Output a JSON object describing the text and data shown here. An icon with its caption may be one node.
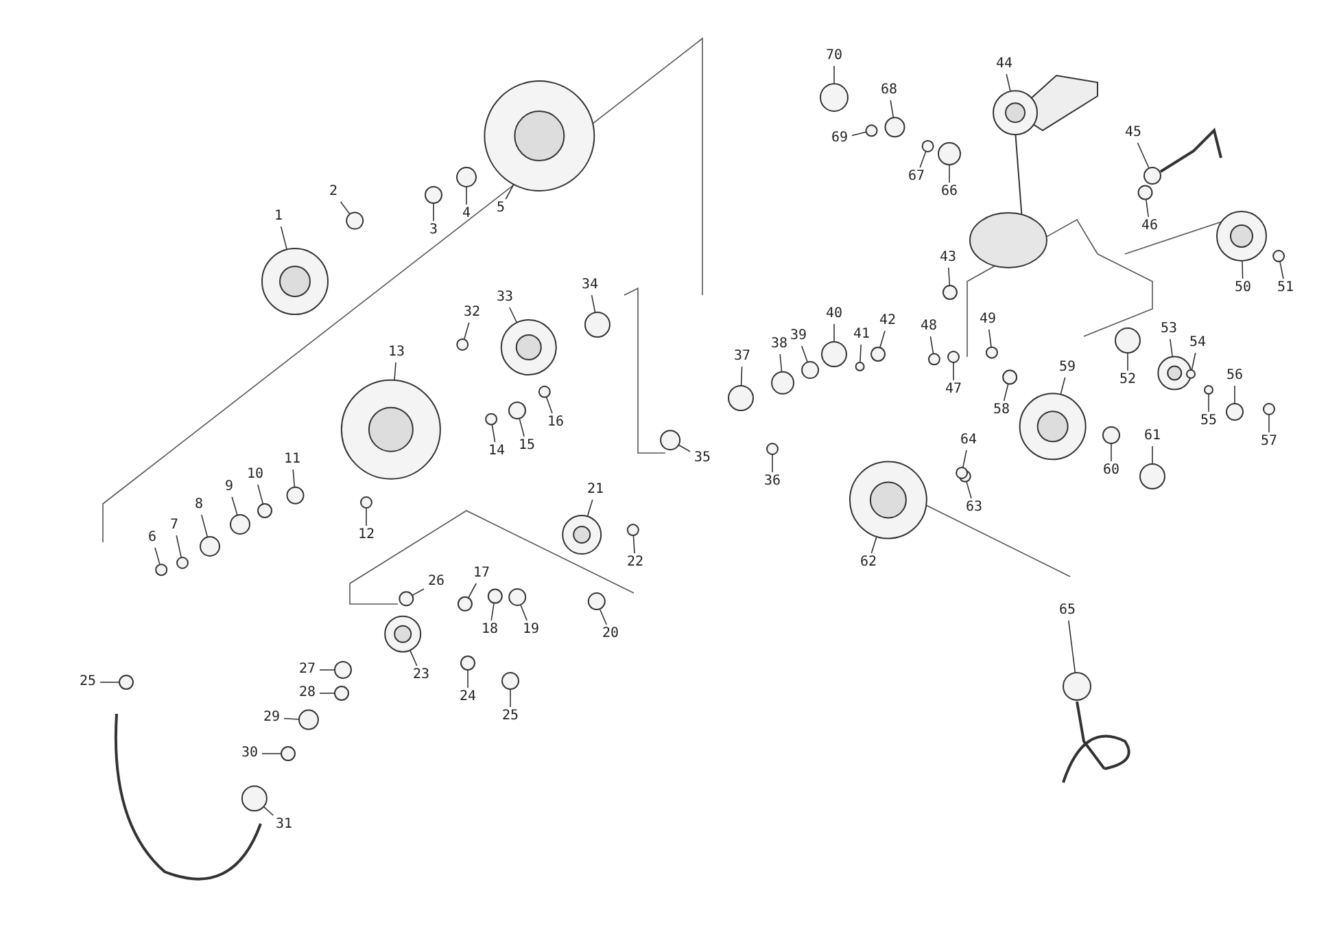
{
  "diagram": {
    "nodes": [
      {
        "text": [
          "1"
        ]
      },
      {
        "text": [
          "2"
        ]
      },
      {
        "text": [
          "3"
        ]
      },
      {
        "text": [
          "4"
        ]
      },
      {
        "text": [
          "5"
        ]
      },
      {
        "text": [
          "6"
        ]
      },
      {
        "text": [
          "7"
        ]
      },
      {
        "text": [
          "8"
        ]
      },
      {
        "text": [
          "9"
        ]
      },
      {
        "text": [
          "10"
        ]
      },
      {
        "text": [
          "11"
        ]
      },
      {
        "text": [
          "12"
        ]
      },
      {
        "text": [
          "13"
        ]
      },
      {
        "text": [
          "14"
        ]
      },
      {
        "text": [
          "15"
        ]
      },
      {
        "text": [
          "16"
        ]
      },
      {
        "text": [
          "17"
        ]
      },
      {
        "text": [
          "18"
        ]
      },
      {
        "text": [
          "19"
        ]
      },
      {
        "text": [
          "20"
        ]
      },
      {
        "text": [
          "21"
        ]
      },
      {
        "text": [
          "22"
        ]
      },
      {
        "text": [
          "23"
        ]
      },
      {
        "text": [
          "24"
        ]
      },
      {
        "text": [
          "25"
        ]
      },
      {
        "text": [
          "25"
        ]
      },
      {
        "text": [
          "26"
        ]
      },
      {
        "text": [
          "27"
        ]
      },
      {
        "text": [
          "28"
        ]
      },
      {
        "text": [
          "29"
        ]
      },
      {
        "text": [
          "30"
        ]
      },
      {
        "text": [
          "31"
        ]
      },
      {
        "text": [
          "32"
        ]
      },
      {
        "text": [
          "33"
        ]
      },
      {
        "text": [
          "34"
        ]
      },
      {
        "text": [
          "35"
        ]
      },
      {
        "text": [
          "36"
        ]
      },
      {
        "text": [
          "37"
        ]
      },
      {
        "text": [
          "38"
        ]
      },
      {
        "text": [
          "39"
        ]
      },
      {
        "text": [
          "40"
        ]
      },
      {
        "text": [
          "41"
        ]
      },
      {
        "text": [
          "42"
        ]
      },
      {
        "text": [
          "43"
        ]
      },
      {
        "text": [
          "44"
        ]
      },
      {
        "text": [
          "45"
        ]
      },
      {
        "text": [
          "46"
        ]
      },
      {
        "text": [
          "47"
        ]
      },
      {
        "text": [
          "48"
        ]
      },
      {
        "text": [
          "49"
        ]
      },
      {
        "text": [
          "50"
        ]
      },
      {
        "text": [
          "51"
        ]
      },
      {
        "text": [
          "52"
        ]
      },
      {
        "text": [
          "53"
        ]
      },
      {
        "text": [
          "54"
        ]
      },
      {
        "text": [
          "55"
        ]
      },
      {
        "text": [
          "56"
        ]
      },
      {
        "text": [
          "57"
        ]
      },
      {
        "text": [
          "58"
        ]
      },
      {
        "text": [
          "59"
        ]
      },
      {
        "text": [
          "60"
        ]
      },
      {
        "text": [
          "61"
        ]
      },
      {
        "text": [
          "62"
        ]
      },
      {
        "text": [
          "63"
        ]
      },
      {
        "text": [
          "64"
        ]
      },
      {
        "text": [
          "65"
        ]
      },
      {
        "text": [
          "66"
        ]
      },
      {
        "text": [
          "67"
        ]
      },
      {
        "text": [
          "68"
        ]
      },
      {
        "text": [
          "69"
        ]
      },
      {
        "text": [
          "70"
        ]
      },
      {
        "text": [],
        "shape": "circle"
      },
      {
        "text": [],
        "shape": "circle"
      },
      {
        "text": [],
        "shape": "circle"
      },
      {
        "text": [],
        "shape": "circle"
      },
      {
        "text": [],
        "shape": "circle"
      },
      {
        "text": [],
        "shape": "circle"
      },
      {
        "text": [],
        "shape": "circle"
      },
      {
        "text": [],
        "shape": "circle"
      },
      {
        "text": [],
        "shape": "circle"
      },
      {
        "text": [],
        "shape": "circle"
      },
      {
        "text": [],
        "shape": "circle"
      },
      {
        "text": [],
        "shape": "circle"
      },
      {
        "text": [],
        "shape": "circle"
      },
      {
        "text": [],
        "shape": "circle"
      },
      {
        "text": [],
        "shape": "circle"
      },
      {
        "text": [],
        "shape": "circle"
      },
      {
        "text": [],
        "shape": "circle"
      },
      {
        "text": [],
        "shape": "circle"
      },
      {
        "text": [],
        "shape": "circle"
      },
      {
        "text": [],
        "shape": "circle"
      },
      {
        "text": [],
        "shape": "circle"
      },
      {
        "text": [],
        "shape": "circle"
      },
      {
        "text": [],
        "shape": "circle"
      },
      {
        "text": [],
        "shape": "circle"
      },
      {
        "text": [],
        "shape": "circle"
      },
      {
        "text": [],
        "shape": "circle"
      },
      {
        "text": [],
        "shape": "circle"
      },
      {
        "text": [],
        "shape": "circle"
      },
      {
        "text": [],
        "shape": "circle"
      },
      {
        "text": [],
        "shape": "circle"
      },
      {
        "text": [],
        "shape": "circle"
      },
      {
        "text": [],
        "shape": "circle"
      },
      {
        "text": [],
        "shape": "circle"
      },
      {
        "text": [],
        "shape": "circle"
      },
      {
        "text": [],
        "shape": "circle"
      },
      {
        "text": [],
        "shape": "circle"
      },
      {
        "text": [],
        "shape": "circle"
      },
      {
        "text": [],
        "shape": "circle"
      },
      {
        "text": [],
        "shape": "circle"
      },
      {
        "text": [],
        "shape": "circle"
      },
      {
        "text": [],
        "shape": "circle"
      },
      {
        "text": [],
        "shape": "circle"
      },
      {
        "text": [],
        "shape": "circle"
      },
      {
        "text": [],
        "shape": "circle"
      },
      {
        "text": [],
        "shape": "circle"
      },
      {
        "text": [],
        "shape": "circle"
      },
      {
        "text": [],
        "shape": "circle"
      },
      {
        "text": [],
        "shape": "circle"
      },
      {
        "text": [],
        "shape": "circle"
      },
      {
        "text": [],
        "shape": "circle"
      },
      {
        "text": [],
        "shape": "circle"
      },
      {
        "text": [],
        "shape": "circle"
      },
      {
        "text": [],
        "shape": "circle"
      },
      {
        "text": [],
        "shape": "circle"
      },
      {
        "text": [],
        "shape": "circle"
      },
      {
        "text": [],
        "shape": "circle"
      },
      {
        "text": [],
        "shape": "circle"
      },
      {
        "text": [],
        "shape": "circle"
      },
      {
        "text": [],
        "shape": "circle"
      },
      {
        "text": [],
        "shape": "circle"
      },
      {
        "text": [],
        "shape": "circle"
      },
      {
        "text": [],
        "shape": "circle"
      },
      {
        "text": [],
        "shape": "circle"
      },
      {
        "text": [],
        "shape": "circle"
      },
      {
        "text": [],
        "shape": "circle"
      },
      {
        "text": [],
        "shape": "circle"
      },
      {
        "text": [],
        "shape": "circle"
      },
      {
        "text": [],
        "shape": "circle"
      },
      {
        "text": [],
        "shape": "circle"
      },
      {
        "text": [],
        "shape": "circle"
      },
      {
        "text": [],
        "shape": "circle"
      }
    ],
    "edges": [
      {
        "from": 0,
        "to": 71,
        "arrow": "none"
      },
      {
        "from": 1,
        "to": 72,
        "arrow": "none"
      },
      {
        "from": 2,
        "to": 73,
        "arrow": "none"
      },
      {
        "from": 3,
        "to": 74,
        "arrow": "none"
      },
      {
        "from": 4,
        "to": 75,
        "arrow": "none"
      },
      {
        "from": 5,
        "to": 76,
        "arrow": "none"
      },
      {
        "from": 6,
        "to": 77,
        "arrow": "none"
      },
      {
        "from": 7,
        "to": 78,
        "arrow": "none"
      },
      {
        "from": 8,
        "to": 79,
        "arrow": "none"
      },
      {
        "from": 9,
        "to": 80,
        "arrow": "none"
      },
      {
        "from": 10,
        "to": 81,
        "arrow": "none"
      },
      {
        "from": 11,
        "to": 82,
        "arrow": "none"
      },
      {
        "from": 12,
        "to": 83,
        "arrow": "none"
      },
      {
        "from": 13,
        "to": 84,
        "arrow": "none"
      },
      {
        "from": 14,
        "to": 85,
        "arrow": "none"
      },
      {
        "from": 15,
        "to": 86,
        "arrow": "none"
      },
      {
        "from": 16,
        "to": 87,
        "arrow": "none"
      },
      {
        "from": 17,
        "to": 88,
        "arrow": "none"
      },
      {
        "from": 18,
        "to": 89,
        "arrow": "none"
      },
      {
        "from": 19,
        "to": 90,
        "arrow": "none"
      },
      {
        "from": 20,
        "to": 91,
        "arrow": "none"
      },
      {
        "from": 21,
        "to": 92,
        "arrow": "none"
      },
      {
        "from": 22,
        "to": 93,
        "arrow": "none"
      },
      {
        "from": 23,
        "to": 94,
        "arrow": "none"
      },
      {
        "from": 24,
        "to": 95,
        "arrow": "none"
      },
      {
        "from": 25,
        "to": 96,
        "arrow": "none"
      },
      {
        "from": 26,
        "to": 97,
        "arrow": "none"
      },
      {
        "from": 27,
        "to": 98,
        "arrow": "none"
      },
      {
        "from": 28,
        "to": 99,
        "arrow": "none"
      },
      {
        "from": 29,
        "to": 100,
        "arrow": "none"
      },
      {
        "from": 30,
        "to": 101,
        "arrow": "none"
      },
      {
        "from": 31,
        "to": 102,
        "arrow": "none"
      },
      {
        "from": 32,
        "to": 103,
        "arrow": "none"
      },
      {
        "from": 33,
        "to": 104,
        "arrow": "none"
      },
      {
        "from": 34,
        "to": 105,
        "arrow": "none"
      },
      {
        "from": 35,
        "to": 106,
        "arrow": "none"
      },
      {
        "from": 36,
        "to": 107,
        "arrow": "none"
      },
      {
        "from": 37,
        "to": 108,
        "arrow": "none"
      },
      {
        "from": 38,
        "to": 109,
        "arrow": "none"
      },
      {
        "from": 39,
        "to": 110,
        "arrow": "none"
      },
      {
        "from": 40,
        "to": 111,
        "arrow": "none"
      },
      {
        "from": 41,
        "to": 112,
        "arrow": "none"
      },
      {
        "from": 42,
        "to": 113,
        "arrow": "none"
      },
      {
        "from": 43,
        "to": 114,
        "arrow": "none"
      },
      {
        "from": 44,
        "to": 115,
        "arrow": "none"
      },
      {
        "from": 45,
        "to": 116,
        "arrow": "none"
      },
      {
        "from": 46,
        "to": 117,
        "arrow": "none"
      },
      {
        "from": 47,
        "to": 118,
        "arrow": "none"
      },
      {
        "from": 48,
        "to": 119,
        "arrow": "none"
      },
      {
        "from": 49,
        "to": 120,
        "arrow": "none"
      },
      {
        "from": 50,
        "to": 121,
        "arrow": "none"
      },
      {
        "from": 51,
        "to": 122,
        "arrow": "none"
      },
      {
        "from": 52,
        "to": 123,
        "arrow": "none"
      },
      {
        "from": 53,
        "to": 124,
        "arrow": "none"
      },
      {
        "from": 54,
        "to": 125,
        "arrow": "none"
      },
      {
        "from": 55,
        "to": 126,
        "arrow": "none"
      },
      {
        "from": 56,
        "to": 127,
        "arrow": "none"
      },
      {
        "from": 57,
        "to": 128,
        "arrow": "none"
      },
      {
        "from": 58,
        "to": 129,
        "arrow": "none"
      },
      {
        "from": 59,
        "to": 130,
        "arrow": "none"
      },
      {
        "from": 60,
        "to": 131,
        "arrow": "none"
      },
      {
        "from": 61,
        "to": 132,
        "arrow": "none"
      },
      {
        "from": 62,
        "to": 133,
        "arrow": "none"
      },
      {
        "from": 63,
        "to": 134,
        "arrow": "none"
      },
      {
        "from": 64,
        "to": 135,
        "arrow": "none"
      },
      {
        "from": 65,
        "to": 136,
        "arrow": "none"
      },
      {
        "from": 66,
        "to": 137,
        "arrow": "none"
      },
      {
        "from": 67,
        "to": 138,
        "arrow": "none"
      },
      {
        "from": 68,
        "to": 139,
        "arrow": "none"
      },
      {
        "from": 69,
        "to": 140,
        "arrow": "none"
      },
      {
        "from": 70,
        "to": 141,
        "arrow": "none"
      }
    ]
  }
}
